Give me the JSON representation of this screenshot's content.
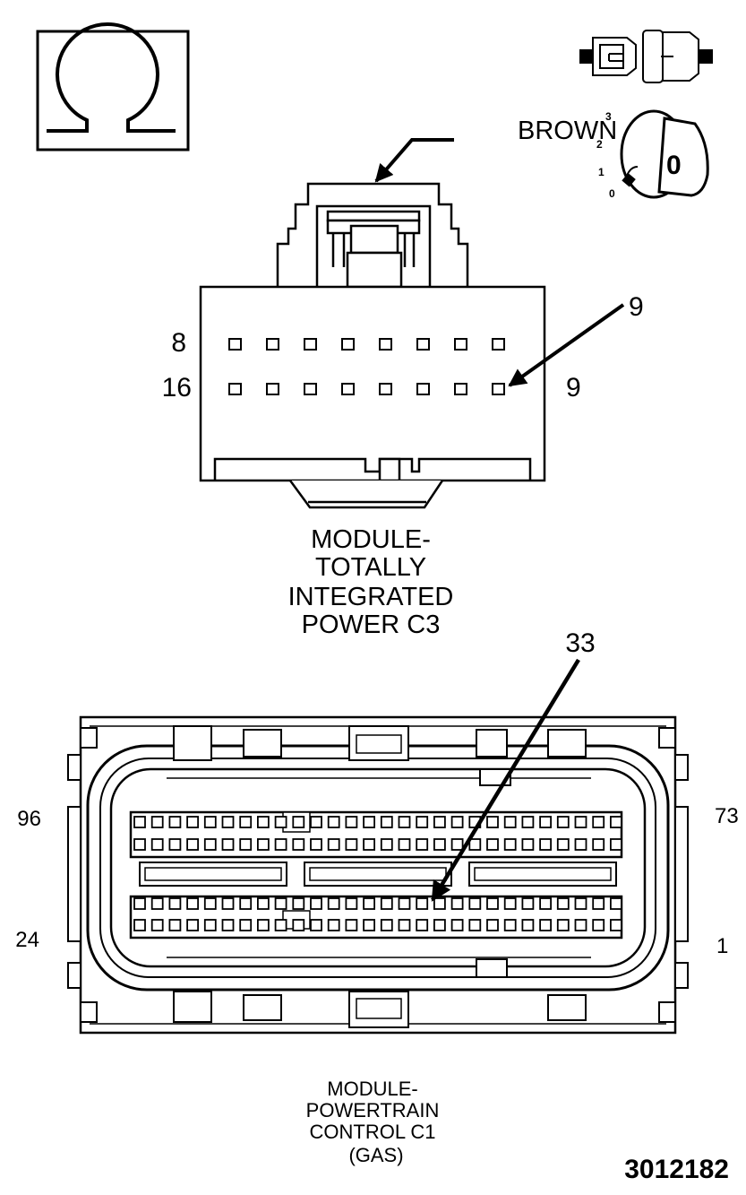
{
  "meter": {
    "symbol": "Ω",
    "icon": "ohmmeter-icon"
  },
  "ignition": {
    "icon": "ignition-key-icon",
    "positions": [
      "3",
      "2",
      "1",
      "0"
    ],
    "key_label": "0"
  },
  "disconnect_icon": "connector-disconnected-icon",
  "c3": {
    "wire_color_label": "BROWN",
    "pin_labels": {
      "top_left": "8",
      "bottom_left": "16",
      "bottom_right": "9"
    },
    "callout_pin": "9",
    "title_lines": [
      "MODULE-",
      "TOTALLY",
      "INTEGRATED",
      "POWER C3"
    ]
  },
  "c1": {
    "callout_pin": "33",
    "pin_labels": {
      "top_left": "96",
      "top_right": "73",
      "bottom_left": "24",
      "bottom_right": "1"
    },
    "title_lines": [
      "MODULE-",
      "POWERTRAIN",
      "CONTROL C1",
      "(GAS)"
    ]
  },
  "figure_id": "3012182",
  "colors": {
    "ink": "#000000",
    "paper": "#ffffff"
  }
}
